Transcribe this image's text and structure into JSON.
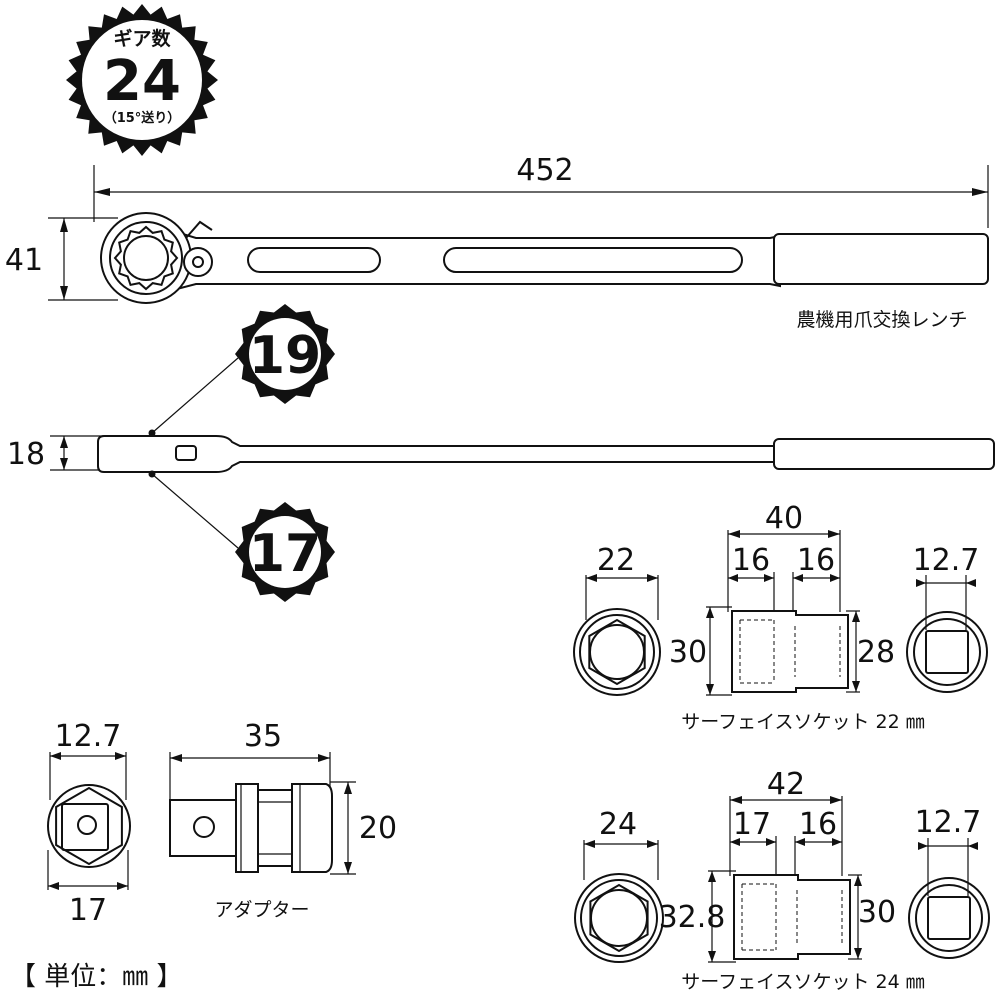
{
  "badge": {
    "title": "ギア数",
    "number": "24",
    "sub": "（15°送り）"
  },
  "wrench": {
    "length": "452",
    "head_height": "41",
    "thickness": "18",
    "name": "農機用爪交換レンチ",
    "size_top": "19",
    "size_bottom": "17"
  },
  "socket22": {
    "width": "22",
    "length": "40",
    "part_a": "16",
    "part_b": "16",
    "diameter_front": "30",
    "diameter_back": "28",
    "drive": "12.7",
    "caption": "サーフェイスソケット 22 ㎜"
  },
  "socket24": {
    "width": "24",
    "length": "42",
    "part_a": "17",
    "part_b": "16",
    "diameter_front": "32.8",
    "diameter_back": "30",
    "drive": "12.7",
    "caption": "サーフェイスソケット 24 ㎜"
  },
  "adapter": {
    "drive": "12.7",
    "hex": "17",
    "length": "35",
    "diameter": "20",
    "caption": "アダプター"
  },
  "unit_note": "【 単位：㎜ 】"
}
